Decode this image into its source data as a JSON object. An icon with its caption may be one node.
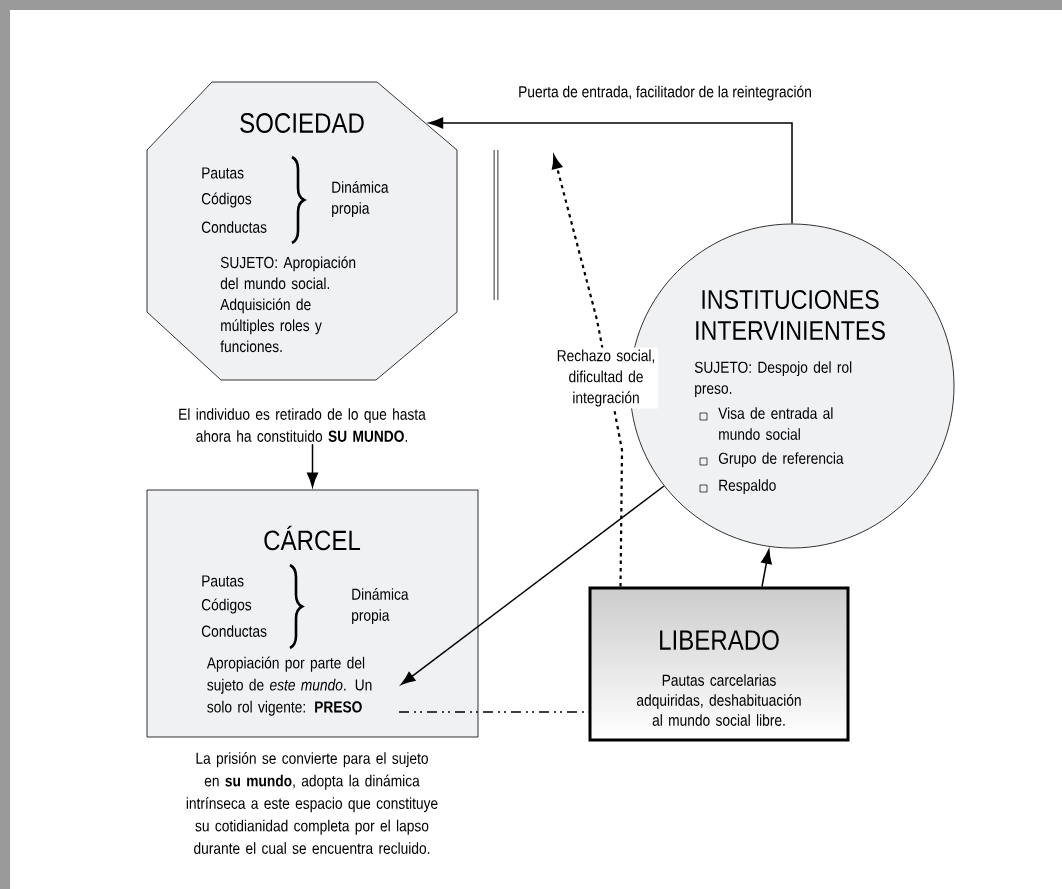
{
  "diagram": {
    "nodes": [
      {
        "text": [
          "SOCIEDAD",
          "Pautas",
          "Códigos",
          "Conductas",
          "Dinámica propia",
          "SUJETO: Apropiación del mundo social. Adquisición de múltiples roles y funciones."
        ]
      },
      {
        "text": [
          "INSTITUCIONES INTERVINIENTES",
          "SUJETO: Despojo del rol preso.",
          "Visa de entrada al mundo social",
          "Grupo de referencia",
          "Respaldo"
        ]
      },
      {
        "text": [
          "El individuo es retirado de lo que hasta ahora ha constituido **SU MUNDO**."
        ]
      },
      {
        "text": [
          "CÁRCEL",
          "Pautas",
          "Códigos",
          "Conductas",
          "Dinámica propia"
        ],
        "beside": [
          "La prisión se convierte para el sujeto en **su mundo**, adopta la dinámica intrínseca a este espacio que constituye su cotidianidad completa por el lapso durante el cual se encuentra recluido."
        ]
      },
      {
        "text": [
          "Apropiación por parte del sujeto de *este mundo*. Un solo rol vigente: **PRESO**"
        ],
        "in": 3
      },
      {
        "text": [
          "LIBERADO",
          "Pautas carcelarias adquiridas, deshabituación al mundo social libre."
        ]
      }
    ],
    "edges": [
      {
        "from": 1,
        "to": 0,
        "arrow": "to",
        "label": "Puerta de entrada, facilitador de la reintegración"
      },
      {
        "from": 2,
        "to": 3,
        "arrow": "to"
      },
      {
        "from": 1,
        "to": 4,
        "arrow": "to"
      },
      {
        "from": 5,
        "to": 1,
        "arrow": "to"
      },
      {
        "from": 4,
        "to": 5,
        "arrow": "none",
        "style": "dashed"
      },
      {
        "from": 5,
        "to": null,
        "arrow": "to",
        "style": "dashed",
        "label": "Rechazo social, dificultad de integración"
      }
    ]
  }
}
